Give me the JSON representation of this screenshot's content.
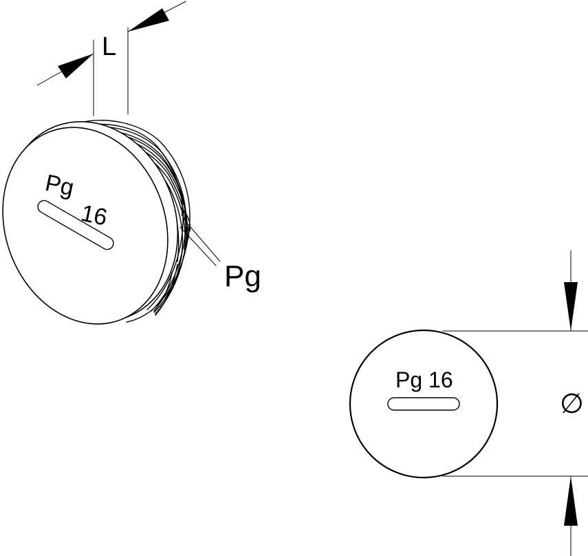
{
  "labels": {
    "length": "L",
    "thread": "Pg",
    "diameter": "∅"
  },
  "stamp": {
    "size": "Pg",
    "number": "16",
    "front_text": "Pg 16"
  }
}
